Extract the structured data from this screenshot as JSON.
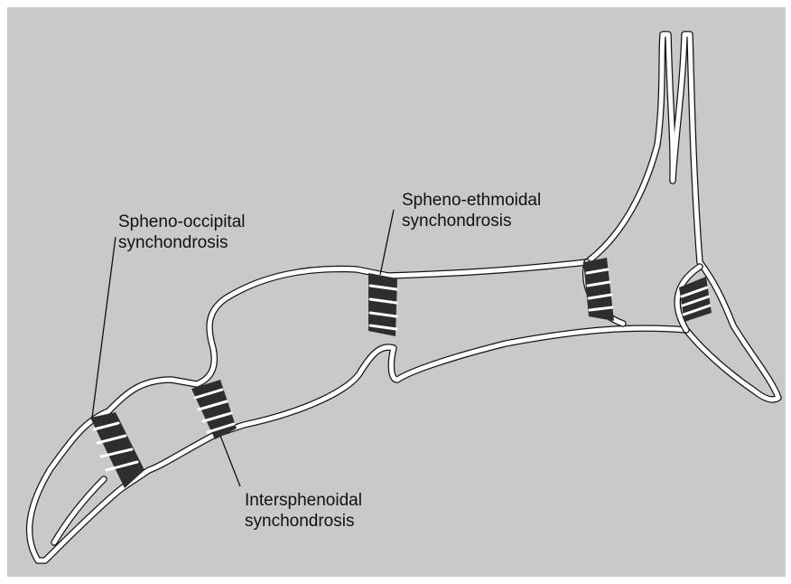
{
  "background_color": "#c9c9c9",
  "labels": {
    "spheno_occipital": {
      "line1": "Spheno-occipital",
      "line2": "synchondrosis"
    },
    "spheno_ethmoidal": {
      "line1": "Spheno-ethmoidal",
      "line2": "synchondrosis"
    },
    "intersphenoidal": {
      "line1": "Intersphenoidal",
      "line2": "synchondrosis"
    }
  }
}
